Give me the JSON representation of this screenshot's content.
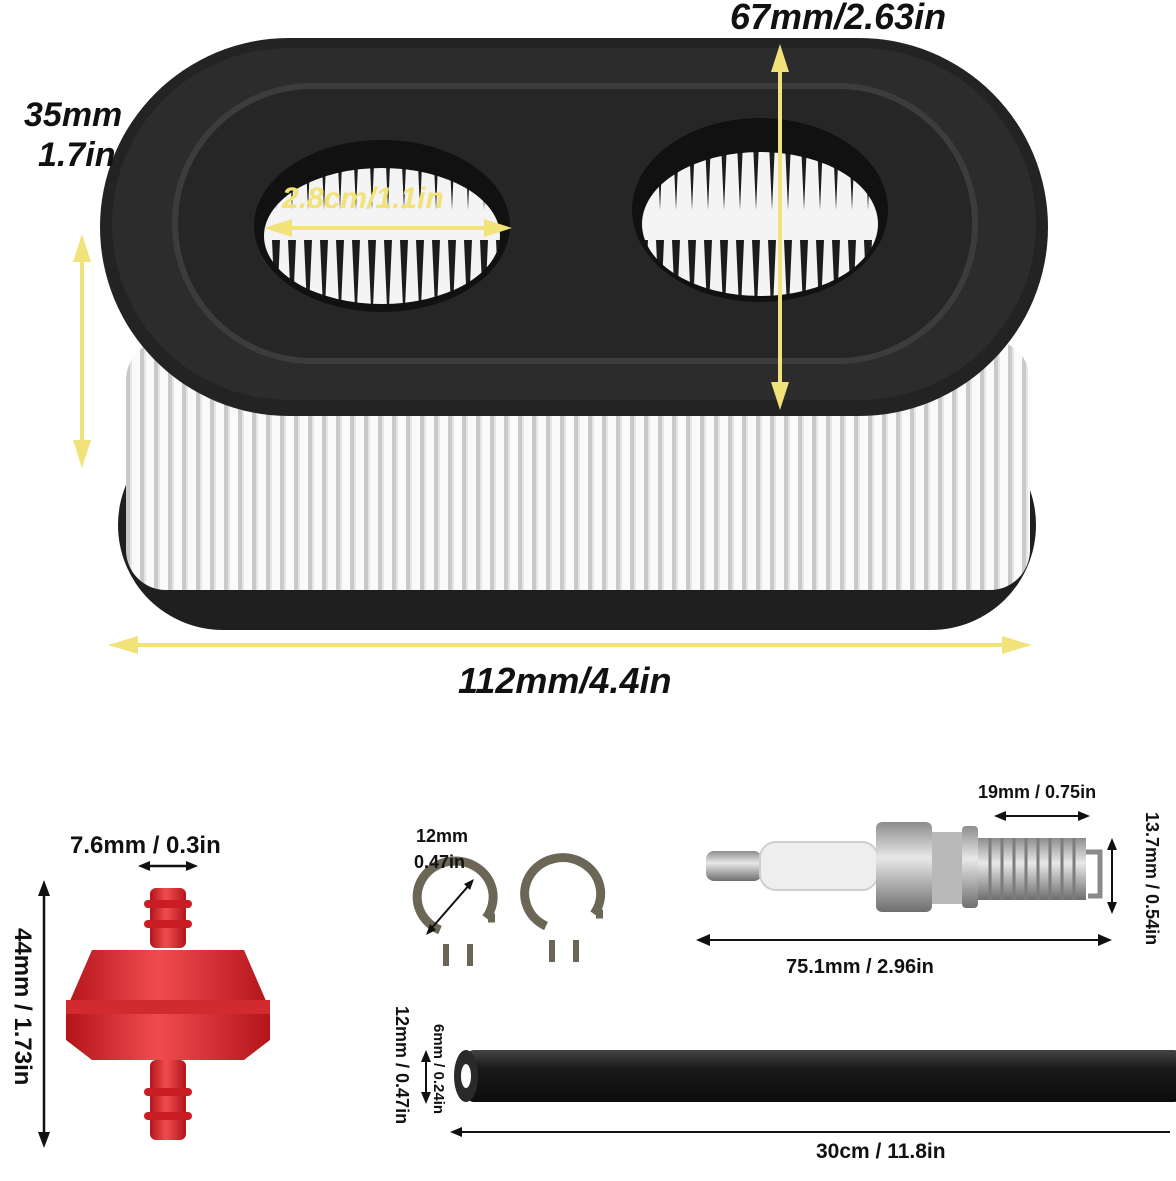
{
  "air_filter": {
    "height_label": "67mm/2.63in",
    "depth_label_mm": "35mm",
    "depth_label_in": "1.7in",
    "hole_label": "2.8cm/1.1in",
    "length_label": "112mm/4.4in"
  },
  "fuel_filter": {
    "inlet_label": "7.6mm / 0.3in",
    "length_label": "44mm / 1.73in"
  },
  "clamps": {
    "size_mm": "12mm",
    "size_in": "0.47in"
  },
  "spark_plug": {
    "thread_label": "19mm / 0.75in",
    "hex_label": "13.7mm / 0.54in",
    "length_label": "75.1mm / 2.96in"
  },
  "fuel_line": {
    "outer_label": "12mm / 0.47in",
    "inner_label": "6mm / 0.24in",
    "length_label": "30cm / 11.8in"
  },
  "colors": {
    "arrow_yellow": "#f2e27a",
    "filter_black": "#1e1e1e",
    "pleat_white": "#f7f7f7",
    "fuel_filter_red": "#e2262b",
    "label_text": "#111111"
  }
}
